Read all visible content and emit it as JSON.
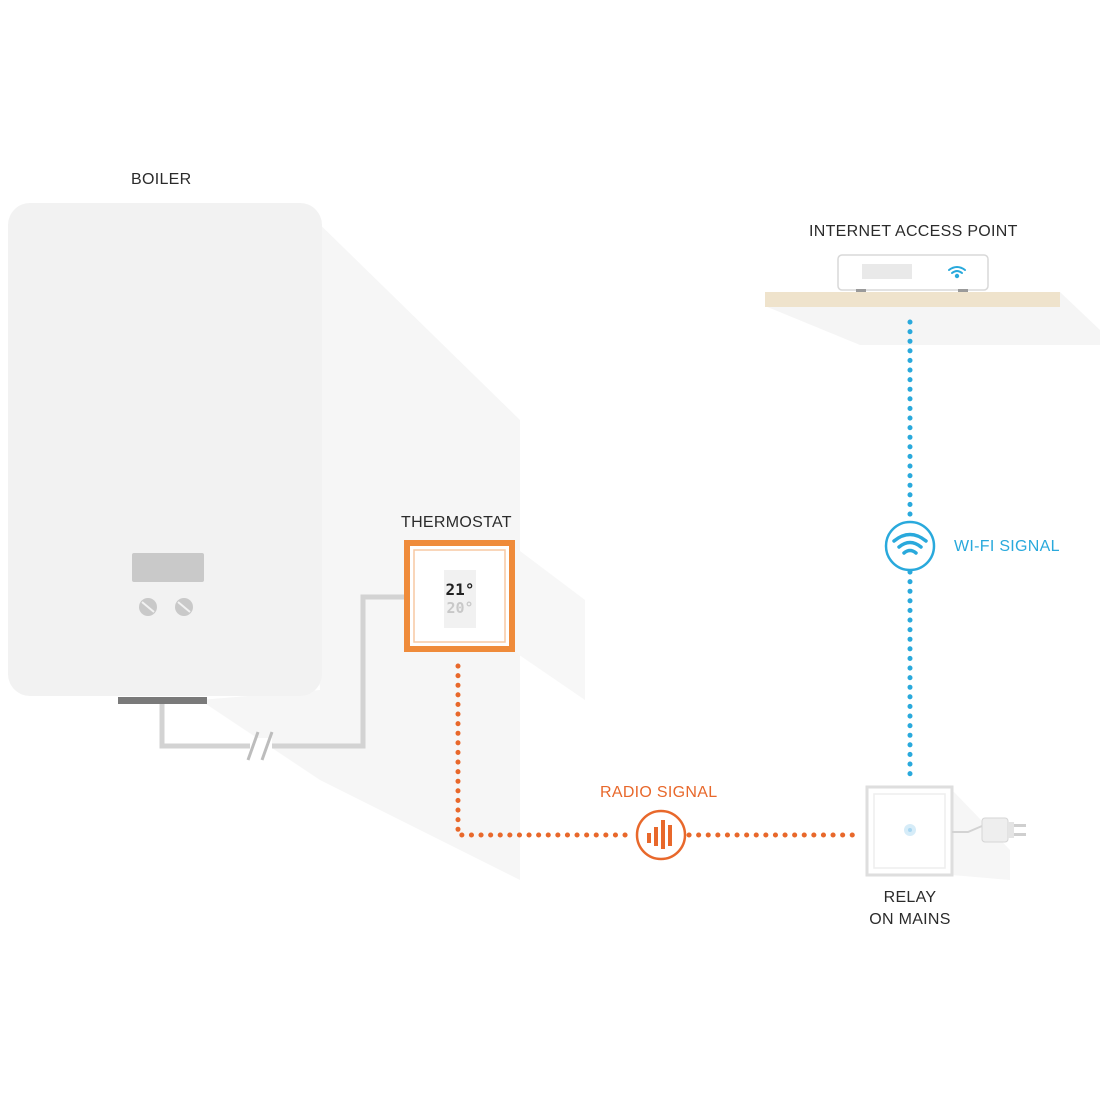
{
  "labels": {
    "boiler": "BOILER",
    "internet_access_point": "INTERNET ACCESS POINT",
    "thermostat": "THERMOSTAT",
    "wifi_signal": "WI-FI SIGNAL",
    "radio_signal": "RADIO SIGNAL",
    "relay_line1": "RELAY",
    "relay_line2": "ON MAINS"
  },
  "thermostat_display": {
    "current_temp": "21°",
    "set_temp": "20°"
  },
  "colors": {
    "radio": "#e8682b",
    "wifi": "#29a9dc",
    "thermostat_frame": "#ef8b3a",
    "shelf": "#efe3cc",
    "wire": "#cfcfcf",
    "device": "#f2f2f2"
  },
  "icons": {
    "wifi": "wifi-icon",
    "radio": "signal-bars-icon",
    "plug": "power-plug-icon"
  }
}
